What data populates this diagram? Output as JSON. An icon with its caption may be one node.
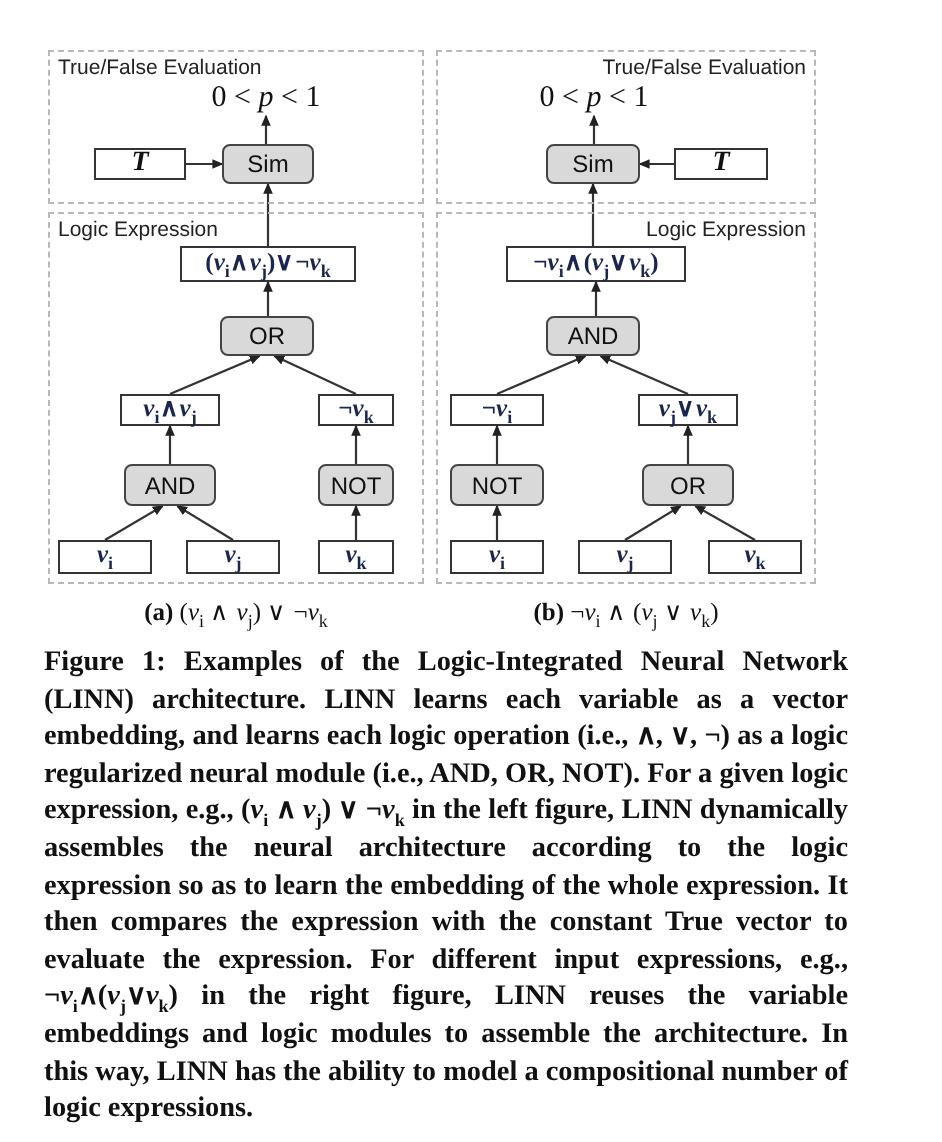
{
  "diagram": {
    "caption": "Figure 1: Examples of the Logic-Integrated Neural Network (LINN) architecture. LINN learns each variable as a vector embedding, and learns each logic operation (i.e., ∧, ∨, ¬) as a logic regularized neural module (i.e., AND, OR, NOT). For a given logic expression, e.g., (*v*$_{i}$ ∧ *v*$_{j}$) ∨ ¬*v*$_{k}$ in the left figure, LINN dynamically assembles the neural architecture according to the logic expression so as to learn the embedding of the whole expression. It then compares the expression with the constant True vector to evaluate the expression. For different input expressions, e.g., ¬*v*$_{i}$∧(*v*$_{j}$∨*v*$_{k}$) in the right figure, LINN reuses the variable embeddings and logic modules to assemble the architecture. In this way, LINN has the ability to model a compositional number of logic expressions.",
    "nodes": [
      {
        "text": [
          "True/False Evaluation"
        ]
      },
      {
        "text": [
          "0 < *p* < 1"
        ],
        "in": 0
      },
      {
        "text": [
          "T"
        ],
        "in": 0
      },
      {
        "text": [
          "Sim"
        ],
        "in": 0
      },
      {
        "text": [
          "Logic Expression"
        ]
      },
      {
        "text": [
          "(*v*$_{i}$∧*v*$_{j}$)∨¬*v*$_{k}$"
        ],
        "in": 4
      },
      {
        "text": [
          "OR"
        ],
        "in": 4
      },
      {
        "text": [
          "*v*$_{i}$∧*v*$_{j}$"
        ],
        "in": 4
      },
      {
        "text": [
          "¬*v*$_{k}$"
        ],
        "in": 4
      },
      {
        "text": [
          "AND"
        ],
        "in": 4
      },
      {
        "text": [
          "NOT"
        ],
        "in": 4
      },
      {
        "text": [
          "*v*$_{i}$"
        ],
        "in": 4
      },
      {
        "text": [
          "*v*$_{j}$"
        ],
        "in": 4
      },
      {
        "text": [
          "*v*$_{k}$"
        ],
        "in": 4
      },
      {
        "text": [
          "True/False Evaluation"
        ]
      },
      {
        "text": [
          "0 < *p* < 1"
        ],
        "in": 14
      },
      {
        "text": [
          "Sim"
        ],
        "in": 14
      },
      {
        "text": [
          "T"
        ],
        "in": 14
      },
      {
        "text": [
          "Logic Expression"
        ]
      },
      {
        "text": [
          "¬*v*$_{i}$∧(*v*$_{j}$∨*v*$_{k}$)"
        ],
        "in": 18
      },
      {
        "text": [
          "AND"
        ],
        "in": 18
      },
      {
        "text": [
          "¬*v*$_{i}$"
        ],
        "in": 18
      },
      {
        "text": [
          "*v*$_{j}$∨*v*$_{k}$"
        ],
        "in": 18
      },
      {
        "text": [
          "NOT"
        ],
        "in": 18
      },
      {
        "text": [
          "OR"
        ],
        "in": 18
      },
      {
        "text": [
          "*v*$_{i}$"
        ],
        "in": 18
      },
      {
        "text": [
          "*v*$_{j}$"
        ],
        "in": 18
      },
      {
        "text": [
          "*v*$_{k}$"
        ],
        "in": 18
      }
    ],
    "edges": [
      {
        "from": 3,
        "to": 1,
        "arrow": "to"
      },
      {
        "from": 2,
        "to": 3,
        "arrow": "to"
      },
      {
        "from": 5,
        "to": 3,
        "arrow": "to"
      },
      {
        "from": 6,
        "to": 5,
        "arrow": "to"
      },
      {
        "from": 7,
        "to": 6,
        "arrow": "to"
      },
      {
        "from": 8,
        "to": 6,
        "arrow": "to"
      },
      {
        "from": 9,
        "to": 7,
        "arrow": "to"
      },
      {
        "from": 10,
        "to": 8,
        "arrow": "to"
      },
      {
        "from": 11,
        "to": 9,
        "arrow": "to"
      },
      {
        "from": 12,
        "to": 9,
        "arrow": "to"
      },
      {
        "from": 13,
        "to": 10,
        "arrow": "to"
      },
      {
        "from": 16,
        "to": 15,
        "arrow": "to"
      },
      {
        "from": 17,
        "to": 16,
        "arrow": "to"
      },
      {
        "from": 19,
        "to": 16,
        "arrow": "to"
      },
      {
        "from": 20,
        "to": 19,
        "arrow": "to"
      },
      {
        "from": 21,
        "to": 20,
        "arrow": "to"
      },
      {
        "from": 22,
        "to": 20,
        "arrow": "to"
      },
      {
        "from": 23,
        "to": 21,
        "arrow": "to"
      },
      {
        "from": 24,
        "to": 22,
        "arrow": "to"
      },
      {
        "from": 25,
        "to": 23,
        "arrow": "to"
      },
      {
        "from": 26,
        "to": 24,
        "arrow": "to"
      },
      {
        "from": 27,
        "to": 24,
        "arrow": "to"
      }
    ],
    "labels": [
      "**(a)** (*v*$_{i}$ ∧ *v*$_{j}$) ∨ ¬*v*$_{k}$",
      "**(b)** ¬*v*$_{i}$ ∧ (*v*$_{j}$ ∨ *v*$_{k}$)"
    ]
  }
}
